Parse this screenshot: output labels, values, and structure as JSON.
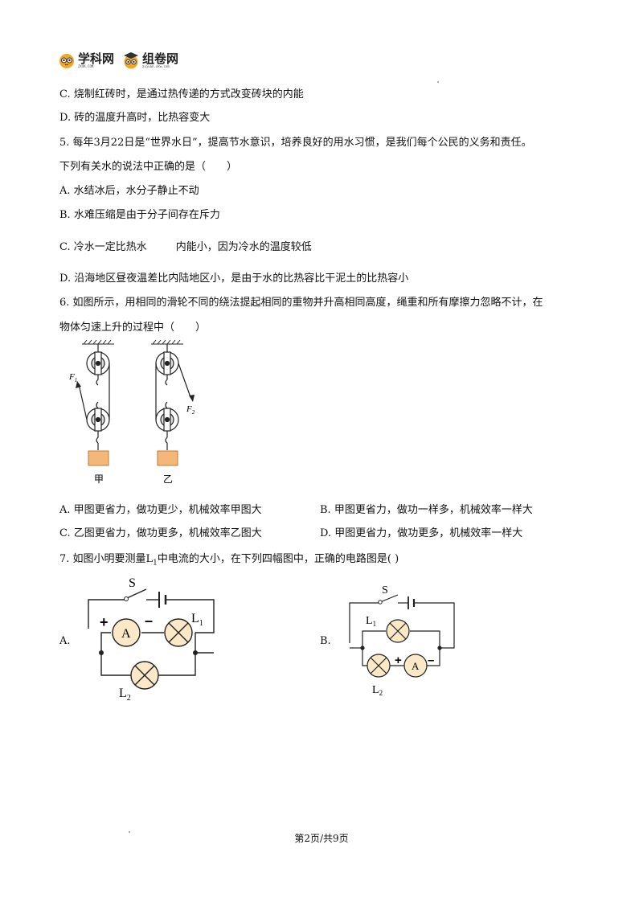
{
  "header": {
    "logo1_text": "学科网",
    "logo1_sub": "ZXXK.COM",
    "logo2_text": "组卷网",
    "logo2_sub": "zujuan.xkw.com"
  },
  "q4": {
    "optC": "C. 烧制红砖时，是通过热传递的方式改变砖块的内能",
    "optD": "D. 砖的温度升高时，比热容变大"
  },
  "q5": {
    "stem1": "5. 每年3月22日是“世界水日”，提高节水意识，培养良好的用水习惯，是我们每个公民的义务和责任。",
    "stem2": "下列有关水的说法中正确的是（　　）",
    "optA": "A. 水结冰后，水分子静止不动",
    "optB": "B. 水难压缩是由于分子间存在斥力",
    "optC_pre": "C. 冷水一定比热水",
    "optC_post": "内能小，因为冷水的温度较低",
    "optD": "D. 沿海地区昼夜温差比内陆地区小，是由于水的比热容比干泥土的比热容小"
  },
  "q6": {
    "stem1": "6. 如图所示，用相同的滑轮不同的绕法提起相同的重物并升高相同高度，绳重和所有摩擦力忽略不计，在",
    "stem2": "物体匀速上升的过程中（　　）",
    "fig": {
      "label_jia": "甲",
      "label_yi": "乙",
      "f1": "F",
      "f1_sub": "1",
      "f2": "F",
      "f2_sub": "2"
    },
    "optA": "A. 甲图更省力，做功更少，机械效率甲图大",
    "optB": "B. 甲图更省力，做功一样多，机械效率一样大",
    "optC": "C. 乙图更省力，做功更多，机械效率乙图大",
    "optD": "D. 甲图更省力，做功更多，机械效率一样大"
  },
  "q7": {
    "stem_pre": "7. 如图小明要测量L",
    "stem_sub": "1",
    "stem_post": "中电流的大小，在下列四幅图中，正确的电路图是(    )",
    "figA": {
      "option": "A.",
      "switch": "S",
      "ammeter": "A",
      "plus": "+",
      "minus": "–",
      "l1": "L",
      "l1_sub": "1",
      "l2": "L",
      "l2_sub": "2"
    },
    "figB": {
      "option": "B.",
      "switch": "S",
      "ammeter": "A",
      "plus": "+",
      "minus": "–",
      "l1": "L",
      "l1_sub": "1",
      "l2": "L",
      "l2_sub": "2"
    }
  },
  "footer": {
    "page": "第2页/共9页"
  },
  "colors": {
    "weight_fill": "#f4b77a",
    "weight_stroke": "#c07a30",
    "ammeter_fill": "#fbe8c6",
    "bulb_fill": "#fbe8c6"
  }
}
